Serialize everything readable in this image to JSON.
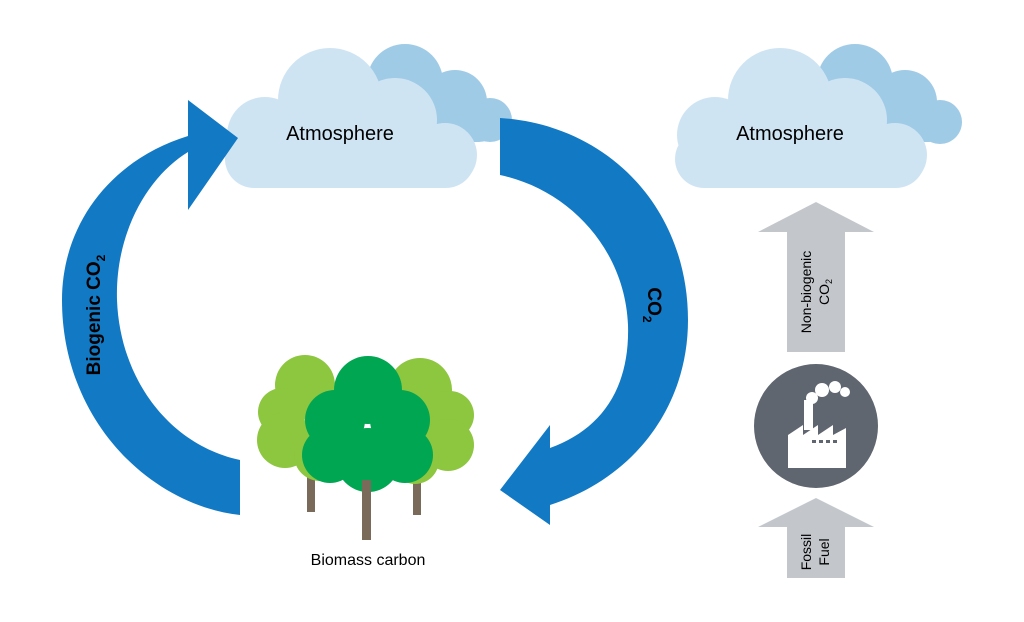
{
  "left_cycle": {
    "cloud_label": "Atmosphere",
    "left_arrow_label": "Biogenic CO",
    "left_arrow_subscript": "2",
    "right_arrow_label": "CO",
    "right_arrow_subscript": "2",
    "trees_label": "Biomass carbon"
  },
  "right_panel": {
    "cloud_label": "Atmosphere",
    "upper_arrow_line1": "Non-biogenic",
    "upper_arrow_line2": "CO",
    "upper_arrow_subscript": "2",
    "lower_arrow_line1": "Fossil",
    "lower_arrow_line2": "Fuel"
  },
  "colors": {
    "cloud_light": "#cfe4f3",
    "cloud_dark": "#9fcbe6",
    "blue_arrow": "#1279c4",
    "gray_arrow": "#c3c7cc",
    "factory_circle": "#5f6670",
    "tree_light": "#8dc63f",
    "tree_dark": "#00a651",
    "trunk": "#7a6a5a"
  },
  "icons": {
    "factory": "factory-icon",
    "trees": "trees-icon",
    "cloud": "cloud-icon"
  }
}
